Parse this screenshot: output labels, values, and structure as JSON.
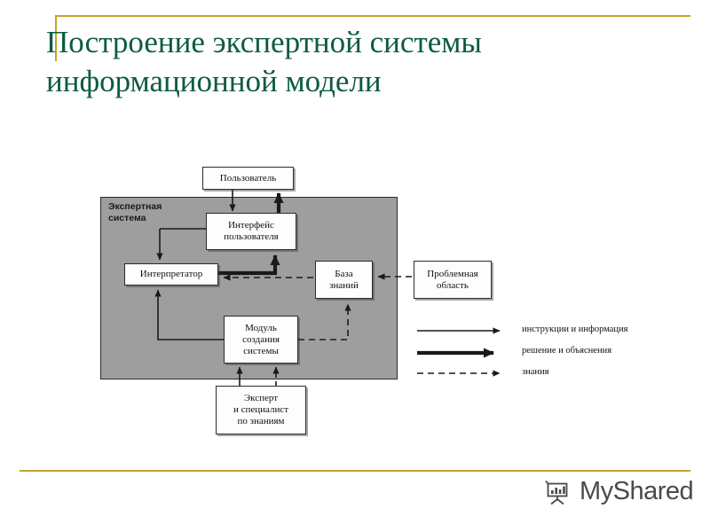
{
  "slide": {
    "title": "Построение экспертной системы\nинформационной модели",
    "accent_color": "#c9a227",
    "title_color": "#0d5c3f"
  },
  "diagram": {
    "container_label": "Экспертная\nсистема",
    "container_fill": "#9e9e9e",
    "nodes": [
      {
        "id": "user",
        "label": "Пользователь"
      },
      {
        "id": "ui",
        "label": "Интерфейс\nпользователя"
      },
      {
        "id": "interp",
        "label": "Интерпретатор"
      },
      {
        "id": "kb",
        "label": "База\nзнаний"
      },
      {
        "id": "domain",
        "label": "Проблемная\nобласть"
      },
      {
        "id": "module",
        "label": "Модуль\nсоздания\nсистемы"
      },
      {
        "id": "expert",
        "label": "Эксперт\nи специалист\nпо знаниям"
      }
    ],
    "legend": [
      {
        "style": "thin-arrow",
        "label": "инструкции и информация"
      },
      {
        "style": "double-arrow",
        "label": "решение и объяснения"
      },
      {
        "style": "dashed-arrow",
        "label": "знания"
      }
    ]
  },
  "footer": {
    "logo_text": "MyShared",
    "logo_icon": "presentation-board-icon"
  }
}
